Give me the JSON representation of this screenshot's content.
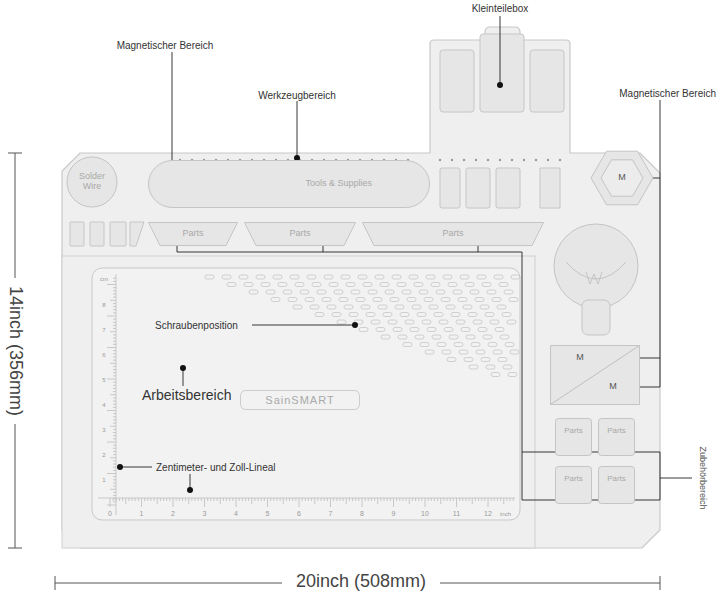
{
  "diagram": {
    "nodes": [
      {
        "text": [
          "Solder Wire"
        ]
      },
      {
        "text": [
          "Tools & Supplies"
        ]
      },
      {
        "text": [
          "Parts"
        ]
      },
      {
        "text": [
          "Parts"
        ]
      },
      {
        "text": [
          "Parts"
        ]
      },
      {
        "text": [
          "M"
        ]
      },
      {
        "text": [
          "SainSMART"
        ]
      },
      {
        "text": [
          "M"
        ]
      },
      {
        "text": [
          "M"
        ]
      },
      {
        "text": [
          "Parts"
        ]
      },
      {
        "text": [
          "Parts"
        ]
      },
      {
        "text": [
          "Parts"
        ]
      },
      {
        "text": [
          "Parts"
        ]
      }
    ],
    "labels": [
      "Kleinteilebox",
      "Magnetischer Bereich",
      "Werkzeugbereich",
      "Magnetischer Bereich",
      "Schraubenposition",
      "Arbeitsbereich",
      "Zentimeter- und Zoll-Lineal",
      "Zubehörbereich",
      "14inch (356mm)",
      "20inch (508mm)",
      "cm",
      "inch",
      "0",
      "1",
      "2",
      "3",
      "4",
      "5",
      "6",
      "7",
      "8",
      "9",
      "10",
      "11",
      "12",
      "1",
      "2",
      "3",
      "4",
      "5",
      "6",
      "7",
      "8"
    ]
  }
}
